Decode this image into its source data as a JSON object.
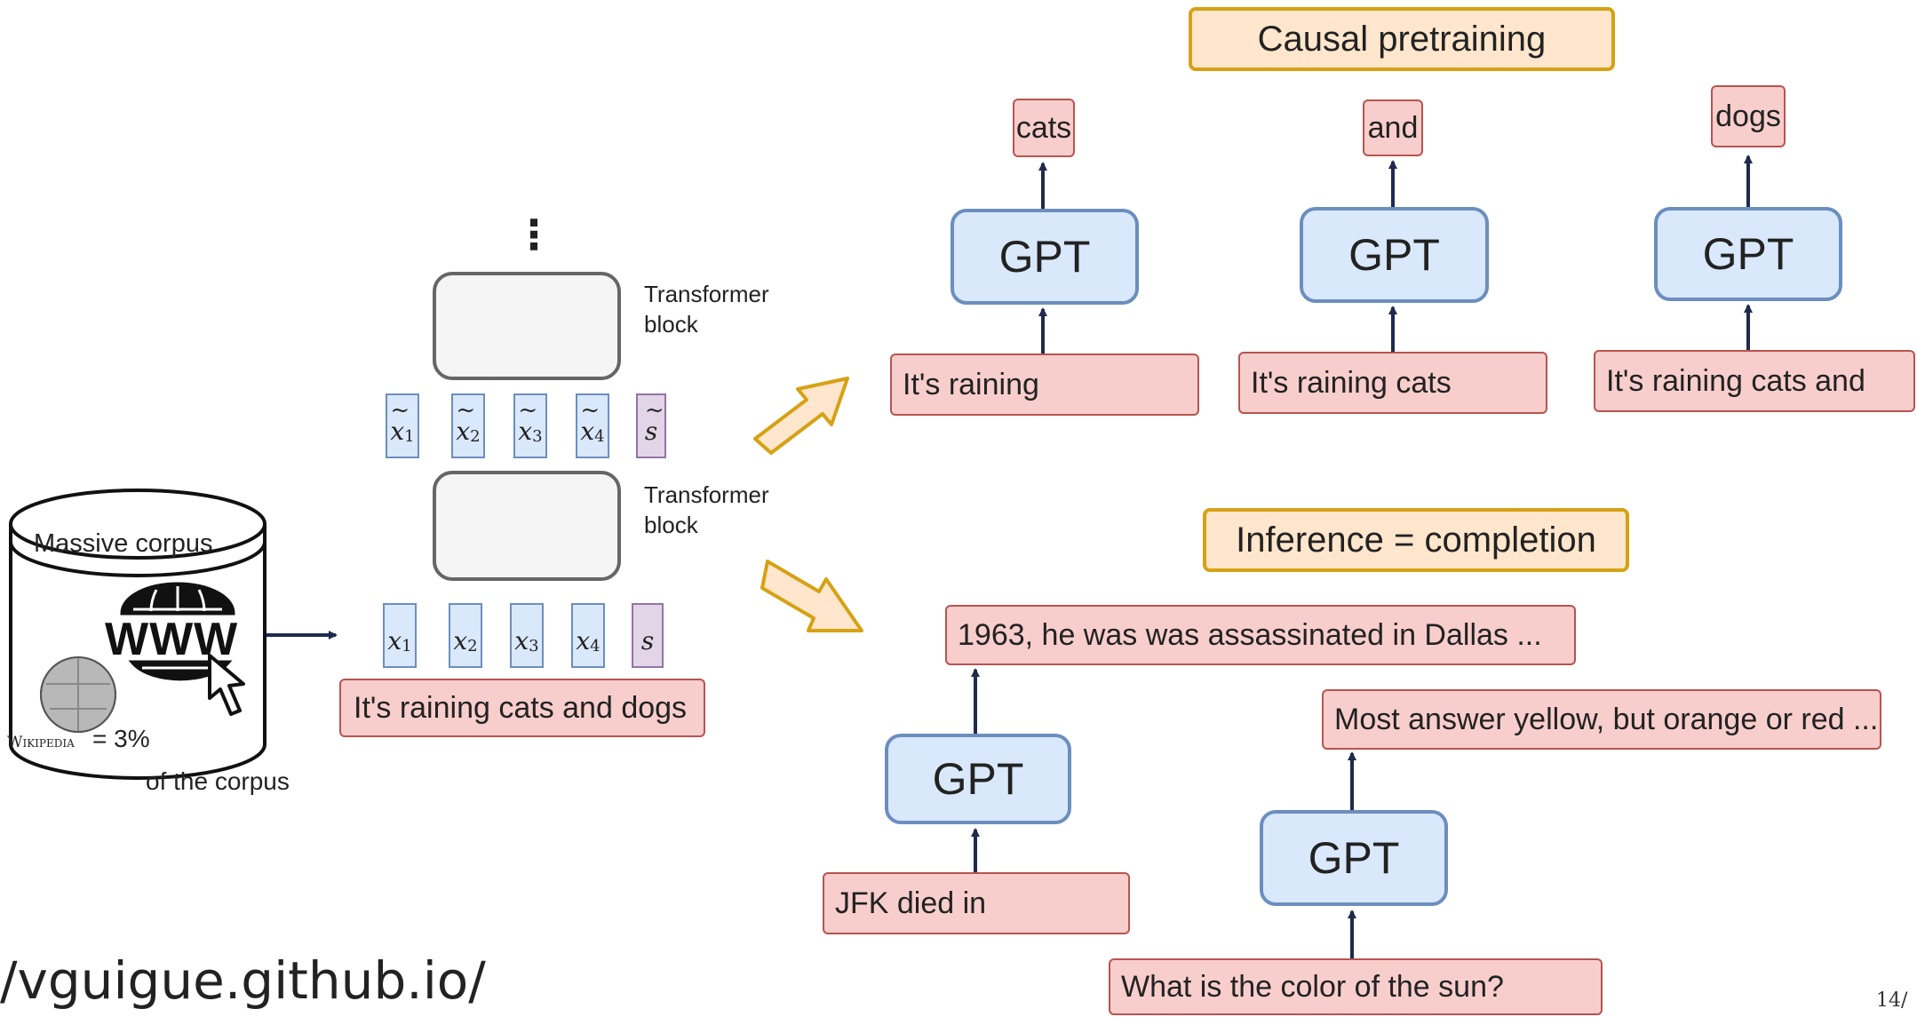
{
  "causal": {
    "header": "Causal pretraining",
    "columns": [
      {
        "output": "cats",
        "model": "GPT",
        "input": "It's raining"
      },
      {
        "output": "and",
        "model": "GPT",
        "input": "It's raining cats"
      },
      {
        "output": "dogs",
        "model": "GPT",
        "input": "It's raining cats and"
      }
    ]
  },
  "inference": {
    "header": "Inference = completion",
    "examples": [
      {
        "input": "JFK died in",
        "model": "GPT",
        "output": "1963, he was was assassinated in Dallas ..."
      },
      {
        "input": "What is the color of the sun?",
        "model": "GPT",
        "output": "Most answer yellow, but orange or red ..."
      }
    ]
  },
  "transformer": {
    "ellipsis": "⋮",
    "block_label": "Transformer block",
    "input_text": "It's raining cats and dogs",
    "tokens": [
      "x",
      "x",
      "x",
      "x",
      "s"
    ],
    "token_subscripts": [
      "1",
      "2",
      "3",
      "4",
      ""
    ]
  },
  "corpus": {
    "label": "Massive corpus",
    "www": "WWW",
    "wikipedia": "Wikipedia",
    "share": "= 3%",
    "share_note": "of the corpus"
  },
  "footer": {
    "url": "/vguigue.github.io/",
    "page": "14/"
  },
  "colors": {
    "token_fill": "#dae8fc",
    "token_border": "#6c8ebf",
    "summary_fill": "#e1d5e7",
    "text_fill": "#f8cecc",
    "text_border": "#b85450",
    "header_fill": "#ffe6cc",
    "header_border": "#d6a113",
    "arrow": "#1f2a4d"
  }
}
